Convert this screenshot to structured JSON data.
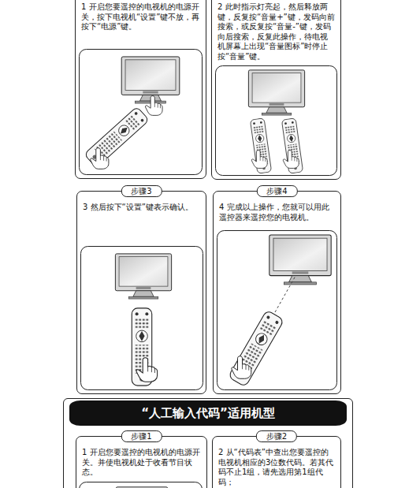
{
  "diagram": {
    "nodes": [
      {
        "text": [
          "1 开启您要遥控的电视机的电源开关，按下电视机“设置”键不放，再按下“电源”键。"
        ]
      },
      {
        "text": [
          "2 此时指示灯亮起，然后释放两键，反复按“音量+”键，发码向前搜索，或反复按“音量-”键，发码向后搜索，反复此操作，待电视机屏幕上出现“音量图标”时停止按“音量”键。"
        ]
      },
      {
        "text": [
          "步骤3",
          "3 然后按下“设置”键表示确认。"
        ]
      },
      {
        "text": [
          "步骤4",
          "4 完成以上操作，您就可以用此遥控器来遥控您的电视机。"
        ]
      },
      {
        "text": [
          "“人工输入代码”适用机型"
        ]
      },
      {
        "text": [
          "步骤1",
          "1 开启您要遥控的电视机的电源开关。并使电视机处于收看节目状态。"
        ],
        "in": 4
      },
      {
        "text": [
          "步骤2",
          "2 从“代码表”中查出您要遥控的电视机相应的3位数代码。若其代码不止1组，请先选用第1组代码；"
        ],
        "in": 4
      }
    ]
  }
}
